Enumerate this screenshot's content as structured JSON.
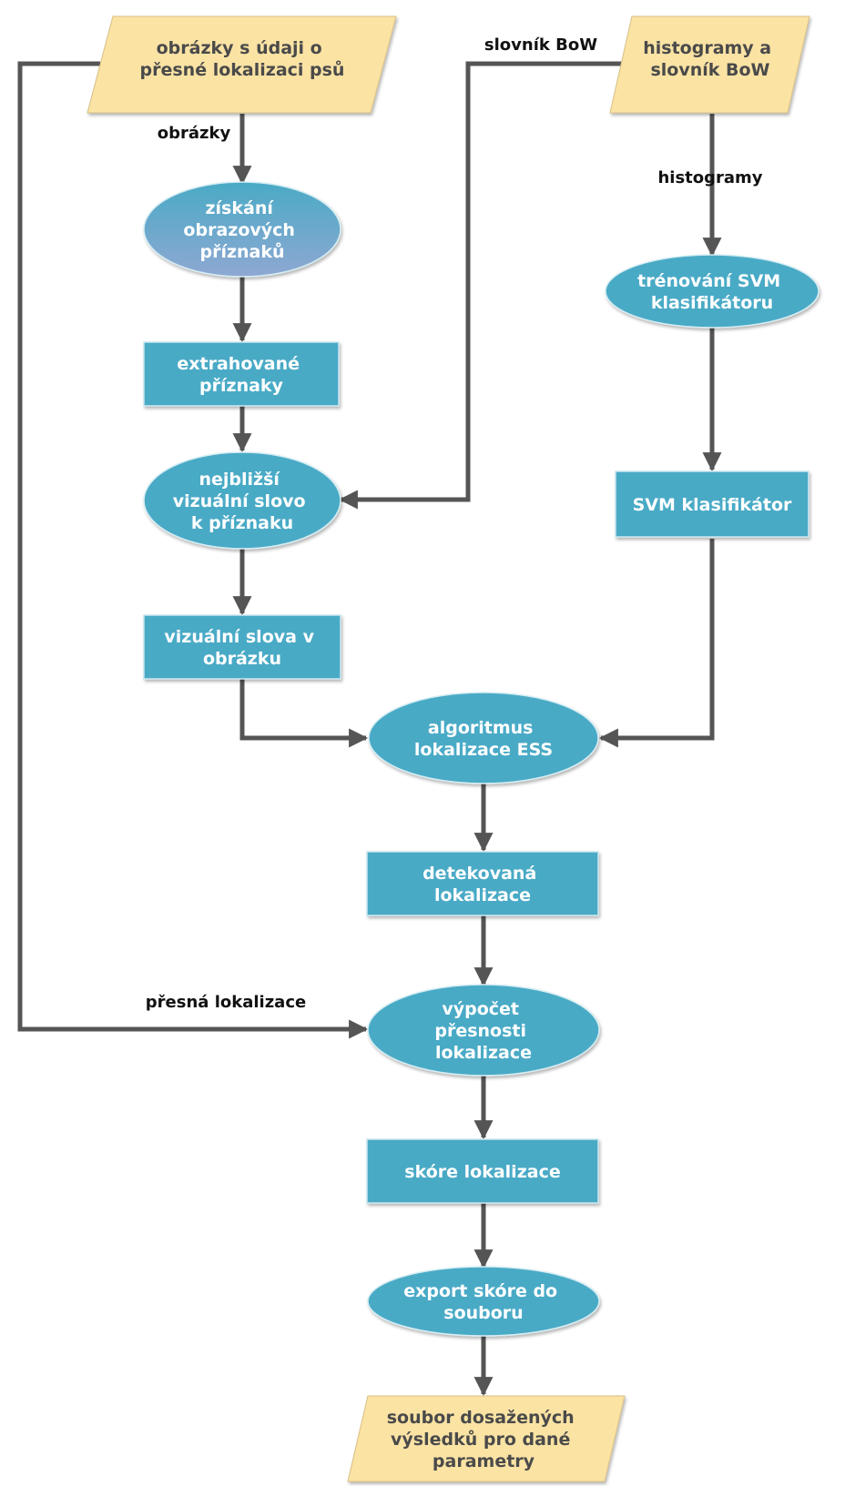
{
  "nodes": {
    "input_images": {
      "lines": [
        "obrázky s údaji o",
        "přesné lokalizaci psů"
      ]
    },
    "input_histograms": {
      "lines": [
        "histogramy a",
        "slovník BoW"
      ]
    },
    "feature_extraction": {
      "lines": [
        "získání",
        "obrazových",
        "příznaků"
      ]
    },
    "extracted_features": {
      "lines": [
        "extrahované",
        "příznaky"
      ]
    },
    "nearest_word": {
      "lines": [
        "nejbližší",
        "vizuální slovo",
        "k příznaku"
      ]
    },
    "visual_words": {
      "lines": [
        "vizuální slova v",
        "obrázku"
      ]
    },
    "svm_training": {
      "lines": [
        "trénování SVM",
        "klasifikátoru"
      ]
    },
    "svm_classifier": {
      "lines": [
        "SVM klasifikátor"
      ]
    },
    "ess_algorithm": {
      "lines": [
        "algoritmus",
        "lokalizace ESS"
      ]
    },
    "detected_localization": {
      "lines": [
        "detekovaná",
        "lokalizace"
      ]
    },
    "accuracy_computation": {
      "lines": [
        "výpočet",
        "přesnosti",
        "lokalizace"
      ]
    },
    "localization_score": {
      "lines": [
        "skóre lokalizace"
      ]
    },
    "export_score": {
      "lines": [
        "export skóre do",
        "souboru"
      ]
    },
    "output_file": {
      "lines": [
        "soubor dosažených",
        "výsledků pro dané",
        "parametry"
      ]
    }
  },
  "edge_labels": {
    "images": "obrázky",
    "bow_dictionary": "slovník BoW",
    "histograms": "histogramy",
    "exact_localization": "přesná lokalizace"
  },
  "colors": {
    "process_fill": "#4aaac6",
    "gradient_fill_end": "#8ea8d2",
    "io_fill": "#fbe3a4",
    "edge": "#555555"
  }
}
